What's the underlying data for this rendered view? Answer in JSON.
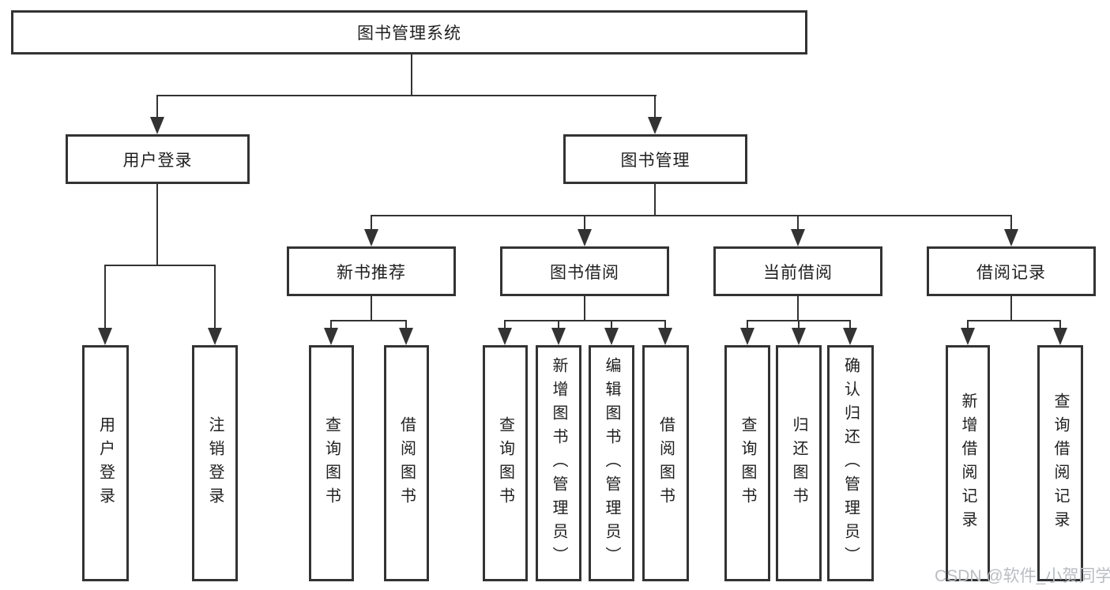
{
  "colors": {
    "line": "#333333",
    "text": "#1f1f1f",
    "background": "#ffffff",
    "watermark": "#b9bdc2"
  },
  "tree": {
    "root": "图书管理系统",
    "user_login_branch": {
      "label": "用户登录",
      "children": [
        "用户登录",
        "注销登录"
      ]
    },
    "book_management_branch": {
      "label": "图书管理",
      "children": [
        {
          "label": "新书推荐",
          "children": [
            "查询图书",
            "借阅图书"
          ]
        },
        {
          "label": "图书借阅",
          "children": [
            "查询图书",
            "新增图书（管理员）",
            "编辑图书（管理员）",
            "借阅图书"
          ]
        },
        {
          "label": "当前借阅",
          "children": [
            "查询图书",
            "归还图书",
            "确认归还（管理员）"
          ]
        },
        {
          "label": "借阅记录",
          "children": [
            "新增借阅记录",
            "查询借阅记录"
          ]
        }
      ]
    }
  },
  "watermark": "CSDN @软件_小贺同学"
}
